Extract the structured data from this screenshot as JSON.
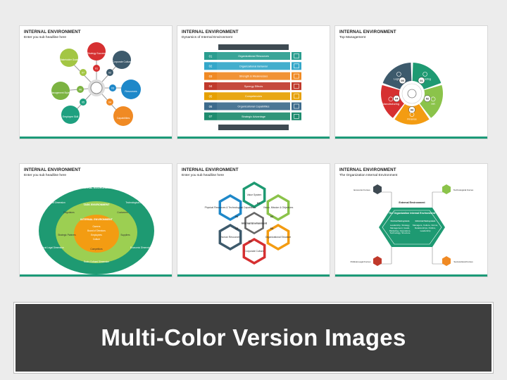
{
  "slides": [
    {
      "title": "INTERNAL ENVIRONMENT",
      "subtitle": "Enter you sub headline here",
      "items": [
        "Strategy Success",
        "Corporate Culture",
        "Resources",
        "Capabilities",
        "Employee Skill",
        "Management Styles",
        "Stakeholder Goals"
      ],
      "numbers": [
        "01",
        "02",
        "03",
        "04",
        "05",
        "06",
        "07"
      ]
    },
    {
      "title": "INTERNAL ENVIRONMENT",
      "subtitle": "Dynamics of Internal Environment",
      "rows": [
        {
          "num": "01",
          "label": "Organizational Resources",
          "color": "#2a9d8f"
        },
        {
          "num": "02",
          "label": "Organizational Behavior",
          "color": "#34a7c9"
        },
        {
          "num": "03",
          "label": "Strength & Weaknesses",
          "color": "#f08a24"
        },
        {
          "num": "04",
          "label": "Synergy Effects",
          "color": "#c0392b"
        },
        {
          "num": "05",
          "label": "Competencies",
          "color": "#e6a000"
        },
        {
          "num": "06",
          "label": "Organizational Capabilities",
          "color": "#3d6b8c"
        },
        {
          "num": "07",
          "label": "Strategic Advantage",
          "color": "#1e8c6e"
        }
      ]
    },
    {
      "title": "INTERNAL ENVIRONMENT",
      "subtitle": "Top Management",
      "segments": [
        "Marketing",
        "HR",
        "Finance",
        "Manufacturing",
        "Logistics"
      ],
      "numbers": [
        "01",
        "02",
        "03",
        "04",
        "05"
      ]
    },
    {
      "title": "INTERNAL ENVIRONMENT",
      "subtitle": "Enter you sub headline here",
      "outer": "GENERAL ENVIRONMENT",
      "outer_items": [
        "International Dimension",
        "Technological Dimension",
        "Political Legal Dimension",
        "Economic Dimension",
        "Socio-Cultural Dimension"
      ],
      "middle": "TASK ENVIRONMENT",
      "middle_items": [
        "Regulators",
        "Customers",
        "Strategic Partners",
        "Suppliers",
        "Competitors"
      ],
      "inner": "INTERNAL ENVIRONMENT",
      "inner_items": [
        "Owners",
        "Board of Directors",
        "Employees",
        "Culture"
      ]
    },
    {
      "title": "INTERNAL ENVIRONMENT",
      "subtitle": "Enter you sub headline here",
      "center": "Internal Environment",
      "hexes": [
        {
          "num": "01",
          "label": "Value System"
        },
        {
          "num": "02",
          "label": "Vision, Mission & Objectives"
        },
        {
          "num": "03",
          "label": "Organizational Structure"
        },
        {
          "num": "04",
          "label": "Corporate Culture"
        },
        {
          "num": "05",
          "label": "Human Resources"
        },
        {
          "num": "06",
          "label": "Physical Resources & Technological Capabilities"
        }
      ]
    },
    {
      "title": "INTERNAL ENVIRONMENT",
      "subtitle": "The Organization Internal Environment",
      "external": "External Environment",
      "center_title": "The Organization Internal Environment",
      "formal_title": "Formal Subsystem",
      "formal_text": "Leadership, Strategy, Management, Goals, Marketing, Operations, Technology, Structure",
      "informal_title": "Informal Subsystem",
      "informal_text": "Managers, Culture, Norms, Relationships, Politics, Leadership",
      "corners": [
        "Economic Forces",
        "Technological Forces",
        "Political-Legal Forces",
        "Sociocultural Forces"
      ]
    }
  ],
  "banner": "Multi-Color Version Images"
}
